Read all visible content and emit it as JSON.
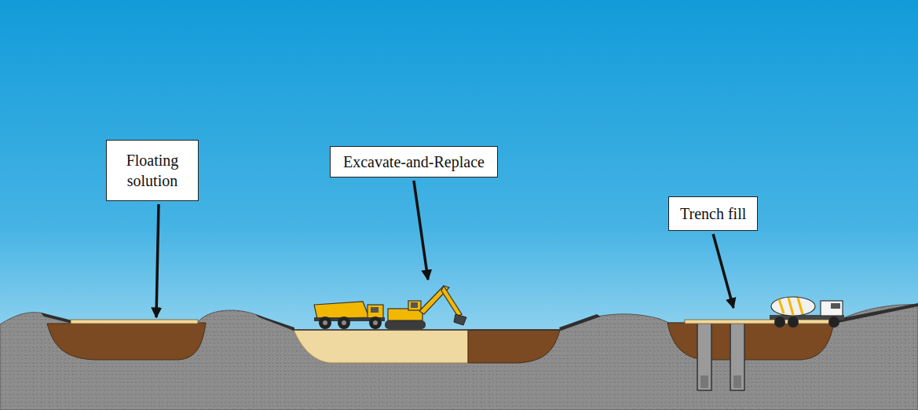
{
  "diagram": {
    "nodes": [
      {
        "text": [
          "Floating solution"
        ]
      },
      {
        "text": [
          "Excavate-and-Replace"
        ]
      },
      {
        "text": [
          "Trench fill"
        ]
      }
    ]
  }
}
